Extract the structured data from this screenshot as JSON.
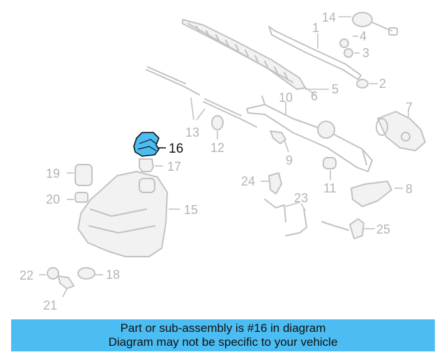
{
  "diagram": {
    "highlight_color": "#4bbdf2",
    "highlighted_part": "16",
    "callouts": [
      "1",
      "2",
      "3",
      "4",
      "5",
      "6",
      "7",
      "8",
      "9",
      "10",
      "11",
      "12",
      "13",
      "14",
      "15",
      "16",
      "17",
      "18",
      "19",
      "20",
      "21",
      "22",
      "23",
      "24",
      "25"
    ]
  },
  "banner": {
    "line1": "Part or sub-assembly is #16 in diagram",
    "line2": "Diagram may not be specific to your vehicle",
    "color": "#4bbdf2"
  }
}
